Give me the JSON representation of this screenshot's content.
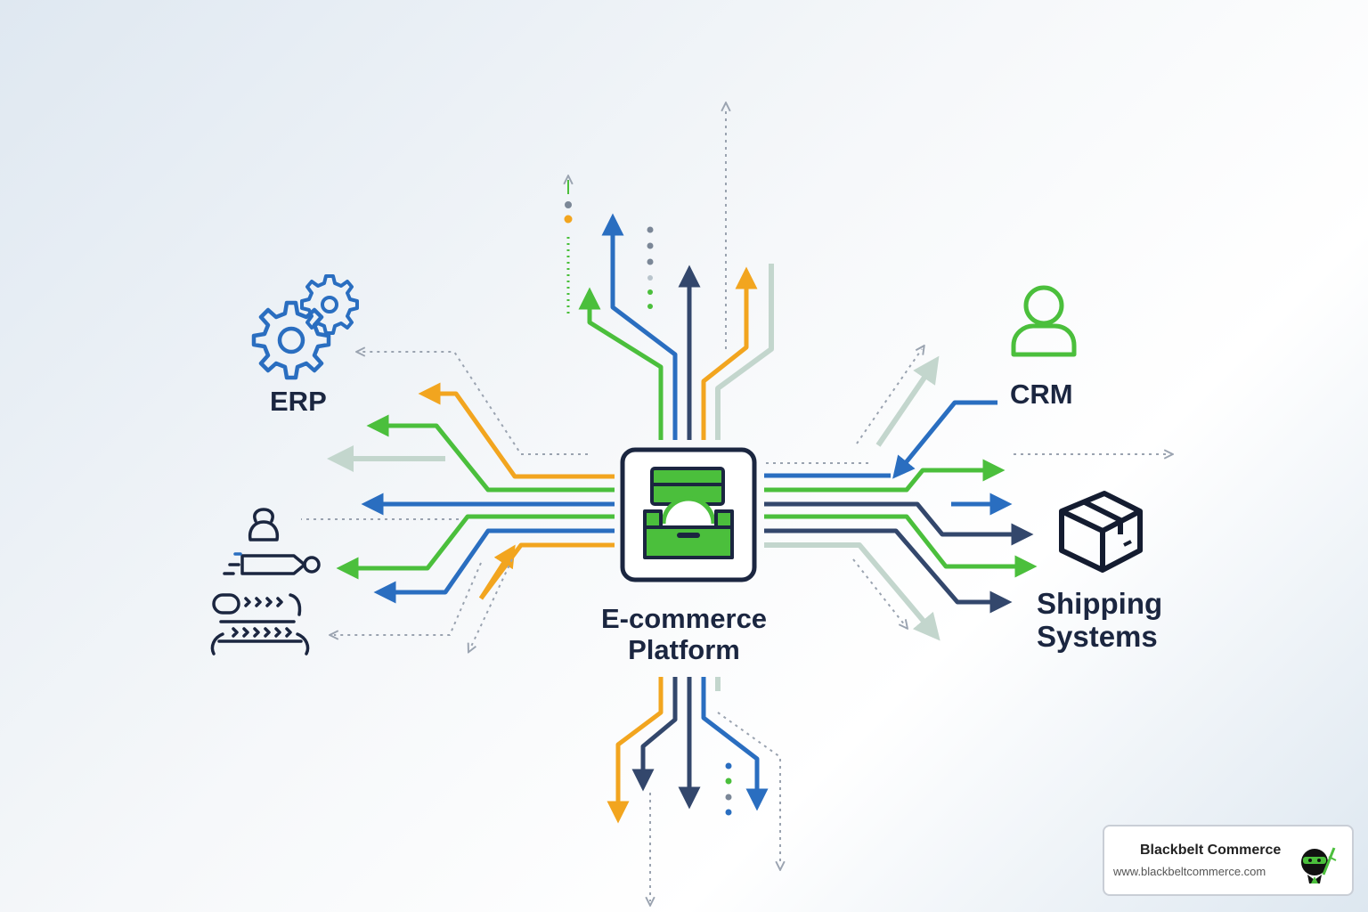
{
  "diagram": {
    "hub": {
      "label": "E-commerce Platform",
      "icon": "storefront-icon"
    },
    "nodes": [
      {
        "id": "erp",
        "label": "ERP",
        "icon": "gears-icon"
      },
      {
        "id": "crm",
        "label": "CRM",
        "icon": "user-icon"
      },
      {
        "id": "shipping",
        "label": "Shipping Systems",
        "icon": "package-box-icon"
      },
      {
        "id": "automation",
        "label": "",
        "icon": "conveyor-automation-icon"
      }
    ],
    "colors": {
      "blue": "#2a6ec0",
      "green": "#4bbf3c",
      "orange": "#f2a51f",
      "navy": "#33476c",
      "pale": "#c3d6cd",
      "dotted": "#9aa3b0",
      "label": "#1b2640"
    }
  },
  "branding": {
    "name": "Blackbelt Commerce",
    "url": "www.blackbeltcommerce.com",
    "logo_icon": "ninja-mascot-icon"
  }
}
